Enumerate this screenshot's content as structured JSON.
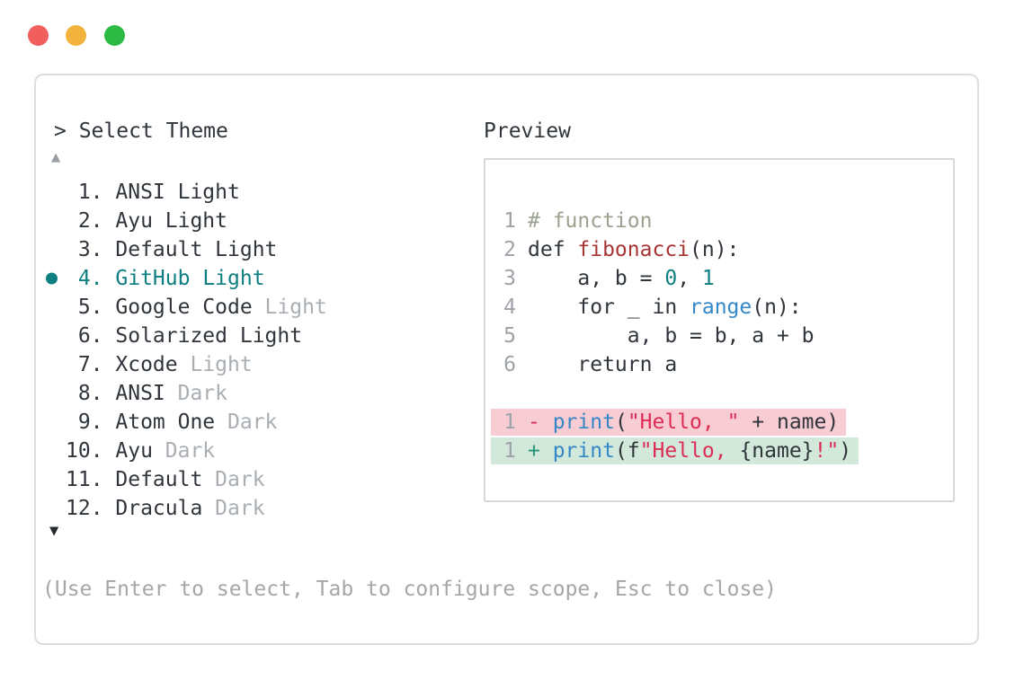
{
  "window": {
    "controls": [
      {
        "name": "close",
        "color": "#f15e5e"
      },
      {
        "name": "minimize",
        "color": "#f1b33c"
      },
      {
        "name": "maximize",
        "color": "#2cba44"
      }
    ]
  },
  "prompt": {
    "text": "> Select Theme"
  },
  "list": {
    "scroll_up_icon": "▲",
    "scroll_down_icon": "▼",
    "items": [
      {
        "num": "1.",
        "name": "ANSI",
        "suffix": "Light",
        "suffix_muted": false,
        "selected": false
      },
      {
        "num": "2.",
        "name": "Ayu",
        "suffix": "Light",
        "suffix_muted": false,
        "selected": false
      },
      {
        "num": "3.",
        "name": "Default",
        "suffix": "Light",
        "suffix_muted": false,
        "selected": false
      },
      {
        "num": "4.",
        "name": "GitHub",
        "suffix": "Light",
        "suffix_muted": false,
        "selected": true
      },
      {
        "num": "5.",
        "name": "Google Code",
        "suffix": "Light",
        "suffix_muted": true,
        "selected": false
      },
      {
        "num": "6.",
        "name": "Solarized",
        "suffix": "Light",
        "suffix_muted": false,
        "selected": false
      },
      {
        "num": "7.",
        "name": "Xcode",
        "suffix": "Light",
        "suffix_muted": true,
        "selected": false
      },
      {
        "num": "8.",
        "name": "ANSI",
        "suffix": "Dark",
        "suffix_muted": true,
        "selected": false
      },
      {
        "num": "9.",
        "name": "Atom One",
        "suffix": "Dark",
        "suffix_muted": true,
        "selected": false
      },
      {
        "num": "10.",
        "name": "Ayu",
        "suffix": "Dark",
        "suffix_muted": true,
        "selected": false
      },
      {
        "num": "11.",
        "name": "Default",
        "suffix": "Dark",
        "suffix_muted": true,
        "selected": false
      },
      {
        "num": "12.",
        "name": "Dracula",
        "suffix": "Dark",
        "suffix_muted": true,
        "selected": false
      }
    ]
  },
  "preview": {
    "title": "Preview",
    "lines": [
      {
        "num": "1",
        "segs": [
          {
            "text": "# function",
            "style": "comment"
          }
        ]
      },
      {
        "num": "2",
        "segs": [
          {
            "text": "def ",
            "style": "text"
          },
          {
            "text": "fibonacci",
            "style": "function"
          },
          {
            "text": "(n):",
            "style": "text"
          }
        ]
      },
      {
        "num": "3",
        "segs": [
          {
            "text": "    a, b = ",
            "style": "text"
          },
          {
            "text": "0",
            "style": "number"
          },
          {
            "text": ", ",
            "style": "text"
          },
          {
            "text": "1",
            "style": "number"
          }
        ]
      },
      {
        "num": "4",
        "segs": [
          {
            "text": "    for _ in ",
            "style": "text"
          },
          {
            "text": "range",
            "style": "builtin"
          },
          {
            "text": "(n):",
            "style": "text"
          }
        ]
      },
      {
        "num": "5",
        "segs": [
          {
            "text": "        a, b = b, a + b",
            "style": "text"
          }
        ]
      },
      {
        "num": "6",
        "segs": [
          {
            "text": "    return a",
            "style": "text"
          }
        ]
      }
    ],
    "diff_lines": [
      {
        "num": "1",
        "kind": "removed",
        "segs": [
          {
            "text": "- ",
            "style": "string"
          },
          {
            "text": "print",
            "style": "builtin"
          },
          {
            "text": "(",
            "style": "text"
          },
          {
            "text": "\"Hello, \"",
            "style": "string"
          },
          {
            "text": " + name)",
            "style": "text"
          }
        ]
      },
      {
        "num": "1",
        "kind": "added",
        "segs": [
          {
            "text": "+ ",
            "style": "plus"
          },
          {
            "text": "print",
            "style": "builtin"
          },
          {
            "text": "(f",
            "style": "text"
          },
          {
            "text": "\"Hello, ",
            "style": "string"
          },
          {
            "text": "{name}",
            "style": "text"
          },
          {
            "text": "!\"",
            "style": "string"
          },
          {
            "text": ")",
            "style": "text"
          }
        ]
      }
    ]
  },
  "footer": {
    "hint": "(Use Enter to select, Tab to configure scope, Esc to close)"
  },
  "colors": {
    "selection_teal": "#0e7f80",
    "text_dark": "#2f353b",
    "muted_gray": "#a9aeb3",
    "comment_gray_green": "#9ba28f",
    "function_red": "#a93434",
    "number_teal": "#0e7f80",
    "builtin_blue": "#3488c8",
    "string_red": "#de2d55",
    "diff_plus_green": "#239478",
    "removed_bg": "#f8ccd3",
    "added_bg": "#d2e8da"
  }
}
